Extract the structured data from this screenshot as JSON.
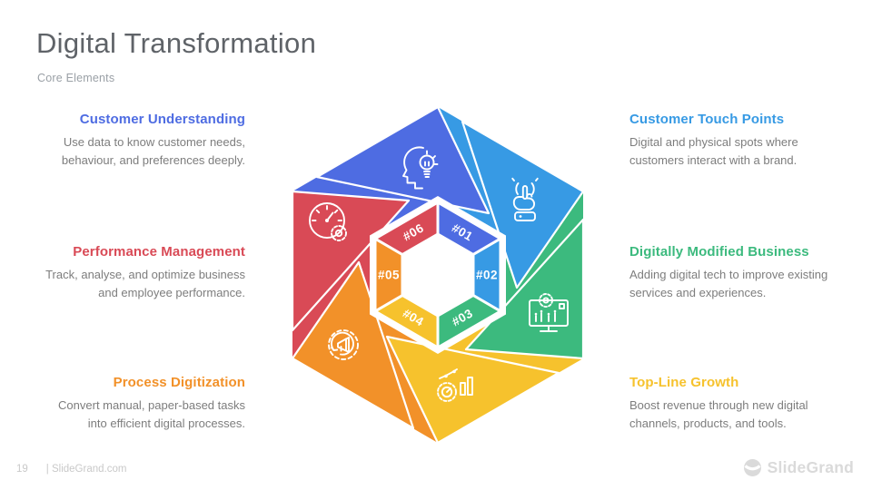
{
  "slide": {
    "title": "Digital Transformation",
    "subtitle": "Core Elements"
  },
  "elements": [
    {
      "label": "#01",
      "title": "Customer Understanding",
      "desc_lines": [
        "Use data to know customer needs,",
        "behaviour, and preferences deeply."
      ],
      "color": "#4e6ce2",
      "icon": "head-idea-icon"
    },
    {
      "label": "#02",
      "title": "Customer Touch Points",
      "desc_lines": [
        "Digital and physical spots where",
        "customers interact with a brand."
      ],
      "color": "#379ae4",
      "icon": "touch-gesture-icon"
    },
    {
      "label": "#03",
      "title": "Digitally Modified Business",
      "desc_lines": [
        "Adding digital tech to improve existing",
        "services and experiences."
      ],
      "color": "#3cba7e",
      "icon": "monitor-gear-icon"
    },
    {
      "label": "#04",
      "title": "Top-Line Growth",
      "desc_lines": [
        "Boost revenue through new digital",
        "channels, products, and tools."
      ],
      "color": "#f6c22d",
      "icon": "growth-gauge-icon"
    },
    {
      "label": "#05",
      "title": "Process Digitization",
      "desc_lines": [
        "Convert manual, paper-based tasks",
        "into efficient digital processes."
      ],
      "color": "#f29129",
      "icon": "gear-megaphone-icon"
    },
    {
      "label": "#06",
      "title": "Performance Management",
      "desc_lines": [
        "Track, analyse, and optimize business",
        "and employee performance."
      ],
      "color": "#d94a56",
      "icon": "speedometer-icon"
    }
  ],
  "footer": {
    "page_number": "19",
    "site": "| SlideGrand.com",
    "brand": "SlideGrand"
  }
}
